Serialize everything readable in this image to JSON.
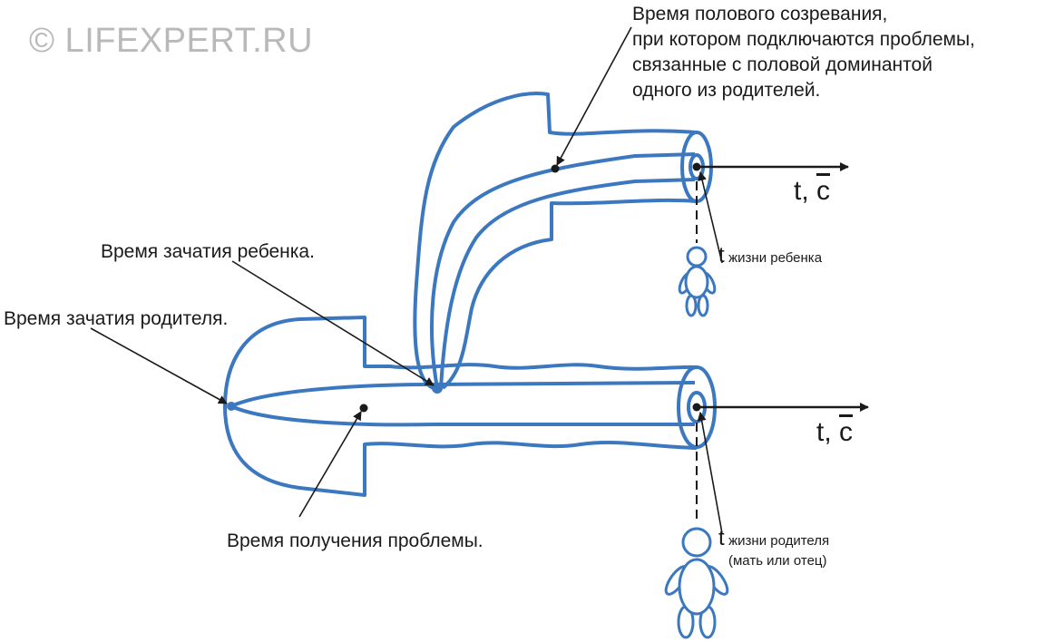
{
  "watermark": "© LIFEXPERT.RU",
  "labels": {
    "puberty": [
      "Время полового созревания,",
      "при котором подключаются проблемы,",
      "связанные с половой доминантой",
      "одного из родителей."
    ],
    "child_conception": "Время зачатия ребенка.",
    "parent_conception": "Время зачатия родителя.",
    "problem_time": "Время получения проблемы."
  },
  "child_life": {
    "t": "t",
    "text": "жизни ребенка"
  },
  "parent_life": {
    "t": "t",
    "text": "жизни родителя",
    "note": "(мать или отец)"
  },
  "axes": {
    "top": {
      "t": "t,",
      "c": "c"
    },
    "bottom": {
      "t": "t,",
      "c": "c"
    }
  },
  "colors": {
    "tube": "#3b78bf",
    "ink": "#1a1a1a",
    "watermark": "#b9b9b9"
  }
}
